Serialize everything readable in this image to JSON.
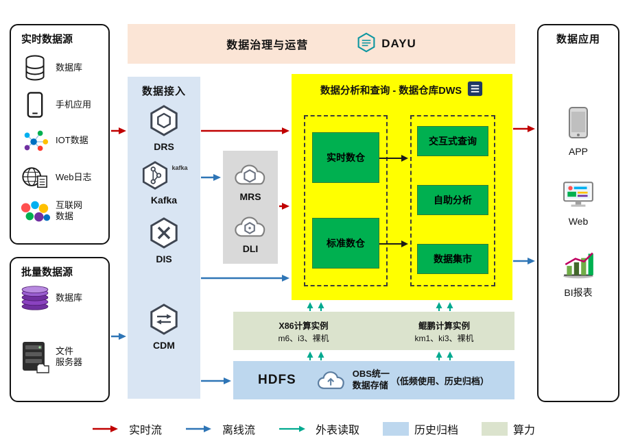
{
  "colors": {
    "realtime-flow": "#c00000",
    "offline-flow": "#2e75b6",
    "external-read": "#00a98f",
    "archive-fill": "#bdd7ee",
    "compute-fill": "#dbe3cd",
    "governance-fill": "#fbe5d6",
    "ingestion-fill": "#d9e5f3",
    "middleware-fill": "#d9d9d9",
    "dws-fill": "#ffff00",
    "warehouse-green": "#00b050"
  },
  "realtime_sources": {
    "title": "实时数据源",
    "items": [
      {
        "label": "数据库"
      },
      {
        "label": "手机应用"
      },
      {
        "label": "IOT数据"
      },
      {
        "label": "Web日志"
      },
      {
        "label": "互联网\n数据"
      }
    ]
  },
  "batch_sources": {
    "title": "批量数据源",
    "items": [
      {
        "label": "数据库"
      },
      {
        "label": "文件\n服务器"
      }
    ]
  },
  "governance": {
    "title": "数据治理与运营",
    "brand": "DAYU"
  },
  "ingestion": {
    "title": "数据接入",
    "items": [
      {
        "label": "DRS"
      },
      {
        "label": "Kafka",
        "sub": "kafka"
      },
      {
        "label": "DIS"
      },
      {
        "label": "CDM"
      }
    ]
  },
  "middleware": {
    "items": [
      {
        "label": "MRS"
      },
      {
        "label": "DLI"
      }
    ]
  },
  "dws": {
    "title": "数据分析和查询 - 数据仓库DWS",
    "warehouses": [
      {
        "label": "实时数仓"
      },
      {
        "label": "标准数仓"
      }
    ],
    "services": [
      {
        "label": "交互式查询"
      },
      {
        "label": "自助分析"
      },
      {
        "label": "数据集市"
      }
    ]
  },
  "compute": {
    "x86_title": "X86计算实例",
    "x86_sub": "m6、i3、裸机",
    "kunpeng_title": "鲲鹏计算实例",
    "kunpeng_sub": "km1、ki3、裸机"
  },
  "storage": {
    "hdfs": "HDFS",
    "obs": "OBS统一\n数据存储",
    "note": "（低频使用、历史归档）"
  },
  "applications": {
    "title": "数据应用",
    "items": [
      {
        "label": "APP"
      },
      {
        "label": "Web"
      },
      {
        "label": "BI报表"
      }
    ]
  },
  "legend": {
    "realtime": "实时流",
    "offline": "离线流",
    "external": "外表读取",
    "archive": "历史归档",
    "compute": "算力"
  }
}
